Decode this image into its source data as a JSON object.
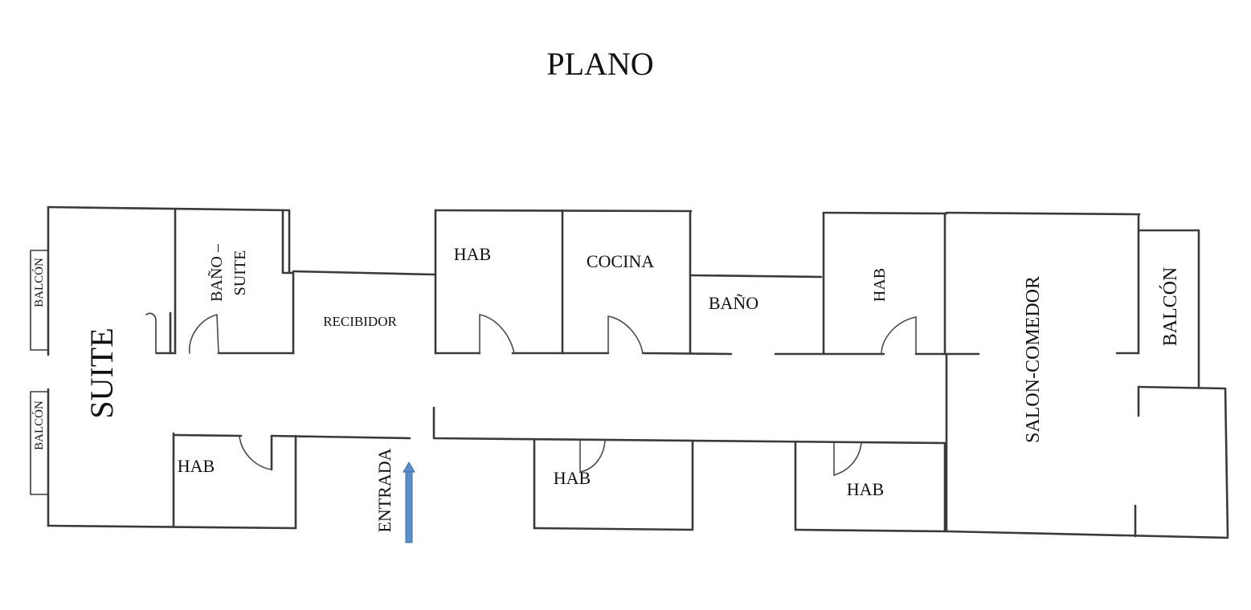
{
  "title": "PLANO",
  "rooms": {
    "suite": "SUITE",
    "balcon_left_top": "BALCÓN",
    "balcon_left_bottom": "BALCÓN",
    "bano_suite_line1": "BAÑO –",
    "bano_suite_line2": "SUITE",
    "recibidor": "RECIBIDOR",
    "hab_top_center": "HAB",
    "cocina": "COCINA",
    "bano": "BAÑO",
    "hab_top_right": "HAB",
    "salon_comedor": "SALON-COMEDOR",
    "balcon_right": "BALCÓN",
    "hab_bottom_left": "HAB",
    "entrada": "ENTRADA",
    "hab_bottom_center": "HAB",
    "hab_bottom_right": "HAB"
  },
  "colors": {
    "walls": "#3a3a3a",
    "entrance_arrow": "#5b8fc7"
  }
}
